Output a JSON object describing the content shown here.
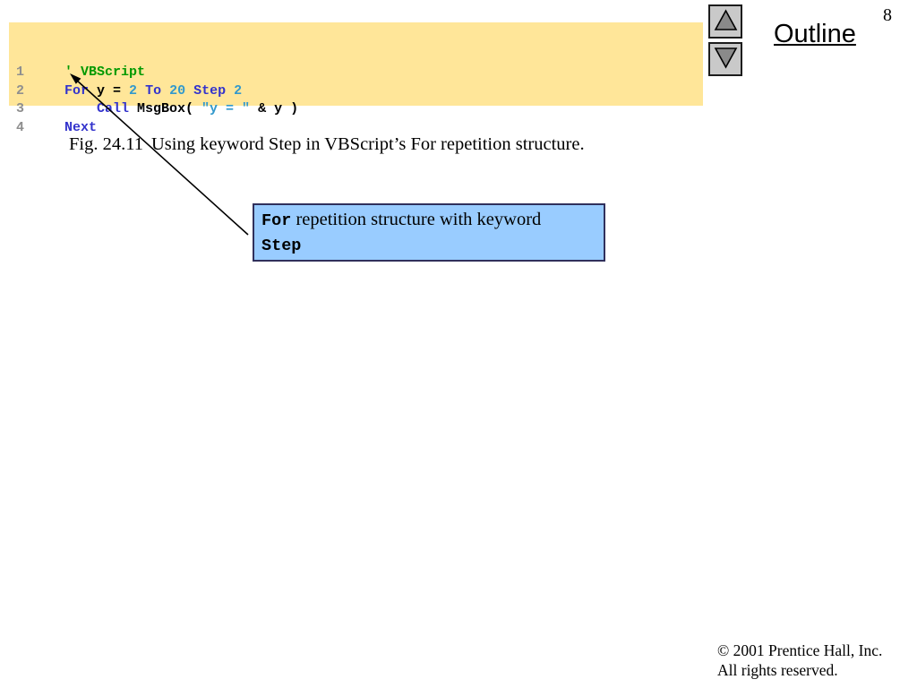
{
  "page": {
    "number": "8"
  },
  "nav": {
    "outline_label": "Outline"
  },
  "colors": {
    "code_bg": "#ffe699",
    "keyword": "#3333cc",
    "literal": "#3399cc",
    "comment": "#009900",
    "plain": "#000000",
    "line_number": "#8f8f8f",
    "callout_bg": "#99ccff",
    "button_bg": "#c9c9c9",
    "triangle_fill": "#8a8a8a"
  },
  "code_block": {
    "lines": [
      {
        "number": "1",
        "segments": [
          {
            "text": "' VBScript",
            "style": "comment"
          }
        ]
      },
      {
        "number": "2",
        "segments": [
          {
            "text": "For",
            "style": "keyword"
          },
          {
            "text": " y = ",
            "style": "plain"
          },
          {
            "text": "2",
            "style": "literal"
          },
          {
            "text": " ",
            "style": "plain"
          },
          {
            "text": "To",
            "style": "keyword"
          },
          {
            "text": " ",
            "style": "plain"
          },
          {
            "text": "20",
            "style": "literal"
          },
          {
            "text": " ",
            "style": "plain"
          },
          {
            "text": "Step",
            "style": "keyword"
          },
          {
            "text": " ",
            "style": "plain"
          },
          {
            "text": "2",
            "style": "literal"
          }
        ]
      },
      {
        "number": "3",
        "segments": [
          {
            "text": "    ",
            "style": "plain"
          },
          {
            "text": "Call",
            "style": "keyword"
          },
          {
            "text": " MsgBox( ",
            "style": "plain"
          },
          {
            "text": "\"y = \"",
            "style": "literal"
          },
          {
            "text": " & y )",
            "style": "plain"
          }
        ]
      },
      {
        "number": "4",
        "segments": [
          {
            "text": "Next",
            "style": "keyword"
          }
        ]
      }
    ]
  },
  "caption": {
    "label": "Fig. 24.11",
    "text": "Using keyword Step in VBScript’s For repetition structure."
  },
  "callout": {
    "lines": [
      [
        {
          "text": "For",
          "mono": true
        },
        {
          "text": " repetition structure with keyword",
          "mono": false
        }
      ],
      [
        {
          "text": "Step",
          "mono": true
        }
      ]
    ]
  },
  "footer": {
    "copyright_line1": "© 2001 Prentice Hall, Inc.",
    "copyright_line2": "All rights reserved."
  }
}
